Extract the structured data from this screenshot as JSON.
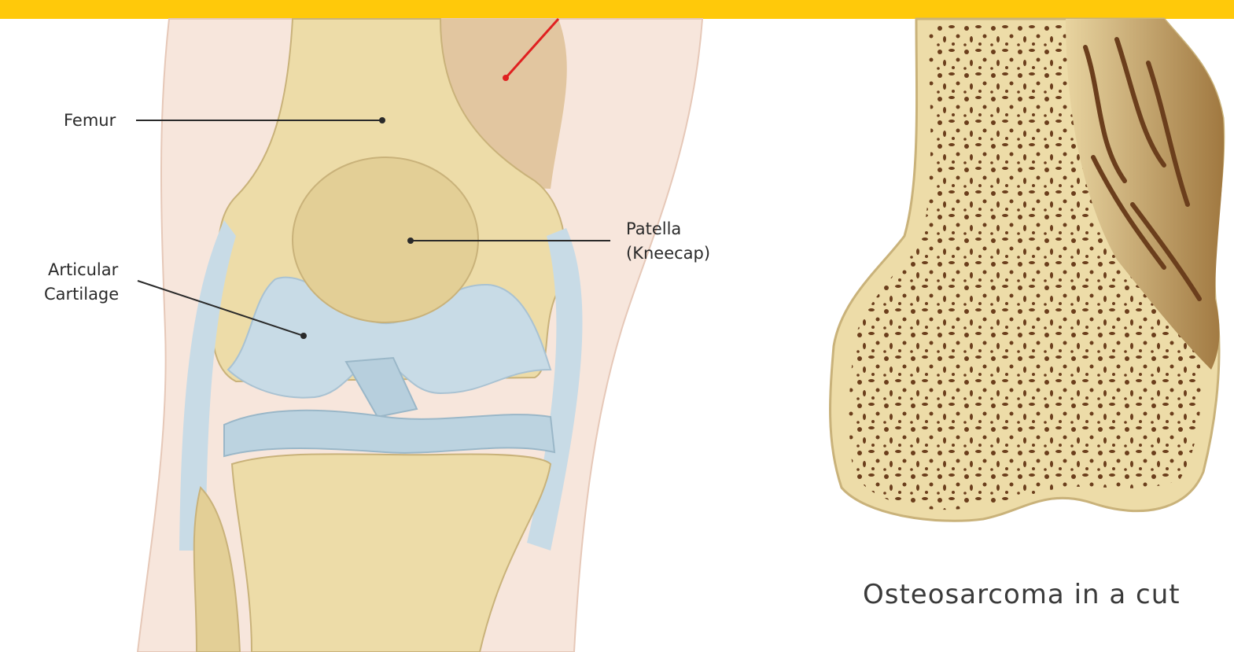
{
  "labels": {
    "femur": "Femur",
    "patella_line1": "Patella",
    "patella_line2": "(Kneecap)",
    "cartilage_line1": "Articular",
    "cartilage_line2": "Cartilage"
  },
  "caption": "Osteosarcoma in a cut",
  "colors": {
    "banner": "#ffc90a",
    "bone": "#eddca8",
    "cartilage": "#c8dbe6",
    "skin": "#f7e6dc",
    "tumor": "#7a4a1e",
    "pointer_red": "#e02020"
  }
}
